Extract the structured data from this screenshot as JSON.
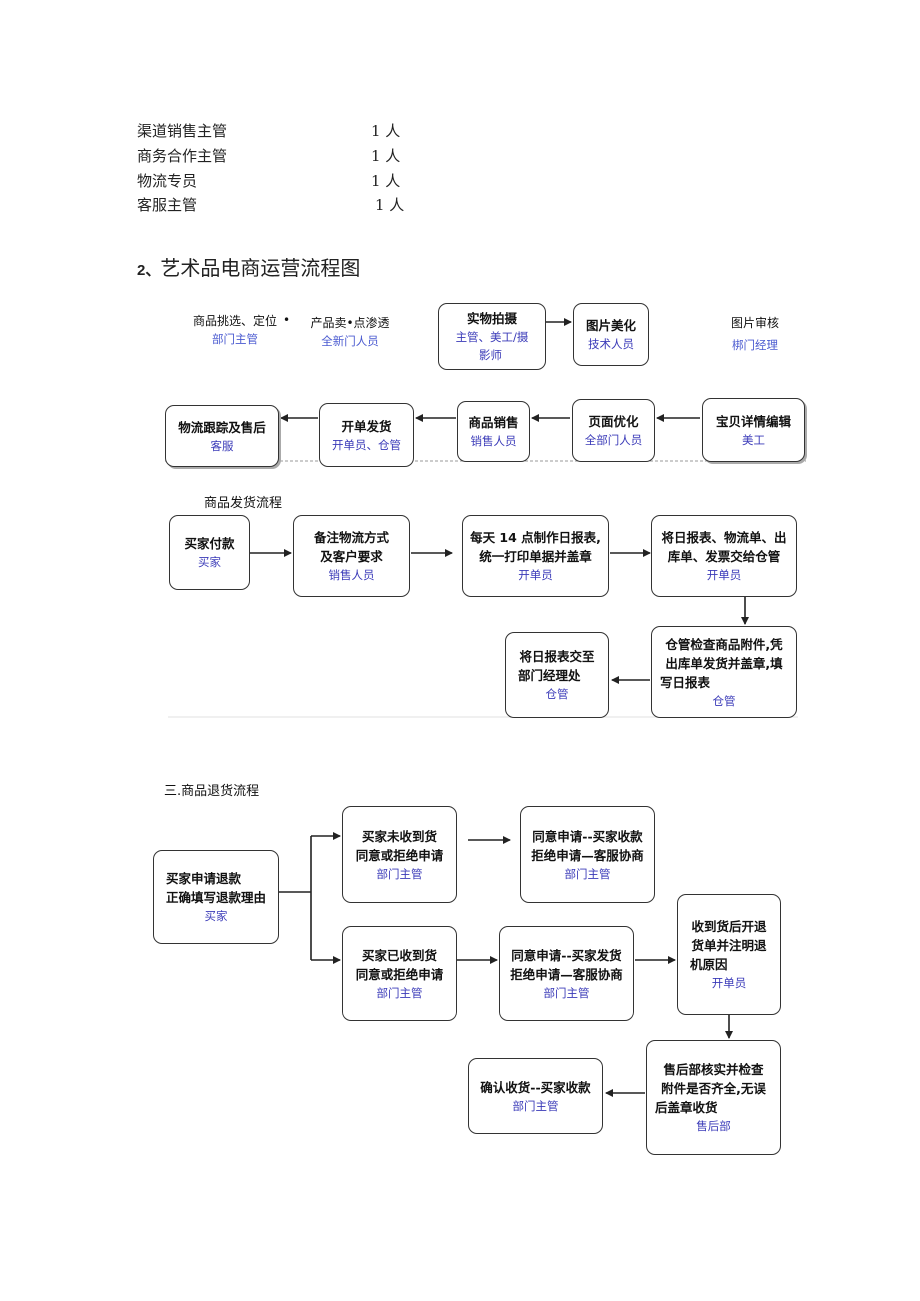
{
  "staff": [
    {
      "role": "渠道销售主管",
      "count": "1 人"
    },
    {
      "role": "商务合作主管",
      "count": "1 人"
    },
    {
      "role": "物流专员",
      "count": "1 人"
    },
    {
      "role": "客服主管",
      "count": "1 人"
    }
  ],
  "section2": {
    "number": "2、",
    "title": "艺术品电商运营流程图"
  },
  "ops_flow": {
    "step1": {
      "title": "商品挑选、定位",
      "role": "部门主管"
    },
    "step2": {
      "title": "产品卖•点渗透",
      "role": "全新门人员"
    },
    "step3": {
      "title": "实物拍摄",
      "role_line1": "主管、美工/摄",
      "role_line2": "影师"
    },
    "step4": {
      "title": "图片美化",
      "role": "技术人员"
    },
    "step5": {
      "title": "图片审核",
      "role": "梆门经理"
    },
    "step6": {
      "title": "宝贝详情编辑",
      "role": "美工"
    },
    "step7": {
      "title": "页面优化",
      "role": "全部门人员"
    },
    "step8": {
      "title": "商品销售",
      "role": "销售人员"
    },
    "step9": {
      "title": "开单发货",
      "role": "开单员、仓管"
    },
    "step10": {
      "title": "物流跟踪及售后",
      "role": "客服"
    },
    "bullet": "•"
  },
  "ship_flow": {
    "title": "商品发货流程",
    "s1": {
      "title": "买家付款",
      "role": "买家"
    },
    "s2": {
      "line1": "备注物流方式",
      "line2": "及客户要求",
      "role": "销售人员"
    },
    "s3": {
      "line1": "每天 14 点制作日报表,",
      "line2": "统一打印单据并盖章",
      "role": "开单员"
    },
    "s4": {
      "line1": "将日报表、物流单、出",
      "line2": "库单、发票交给仓管",
      "role": "开单员"
    },
    "s5": {
      "line1": "仓管检查商品附件,凭",
      "line2": "出库单发货并盖章,填",
      "line3": "写日报表",
      "role": "仓管"
    },
    "s6": {
      "line1": "将日报表交至",
      "line2": "部门经理处",
      "role": "仓管"
    }
  },
  "return_flow": {
    "title": "三.商品退货流程",
    "r1": {
      "line1": "买家申请退款",
      "line2": "正确填写退款理由",
      "role": "买家"
    },
    "r2": {
      "line1": "买家未收到货",
      "line2": "同意或拒绝申请",
      "role": "部门主管"
    },
    "r3": {
      "line1": "同意申请--买家收款",
      "line2": "拒绝申请—客服协商",
      "role": "部门主管"
    },
    "r4": {
      "line1": "买家已收到货",
      "line2": "同意或拒绝申请",
      "role": "部门主管"
    },
    "r5": {
      "line1": "同意申请--买家发货",
      "line2": "拒绝申请—客服协商",
      "role": "部门主管"
    },
    "r6": {
      "line1": "收到货后开退",
      "line2": "货单并注明退",
      "line3": "机原因",
      "role": "开单员"
    },
    "r7": {
      "line1": "售后部核实并检查",
      "line2": "附件是否齐全,无误",
      "line3": "后盖章收货",
      "role": "售后部"
    },
    "r8": {
      "line1": "确认收货--买家收款",
      "role": "部门主管"
    }
  }
}
